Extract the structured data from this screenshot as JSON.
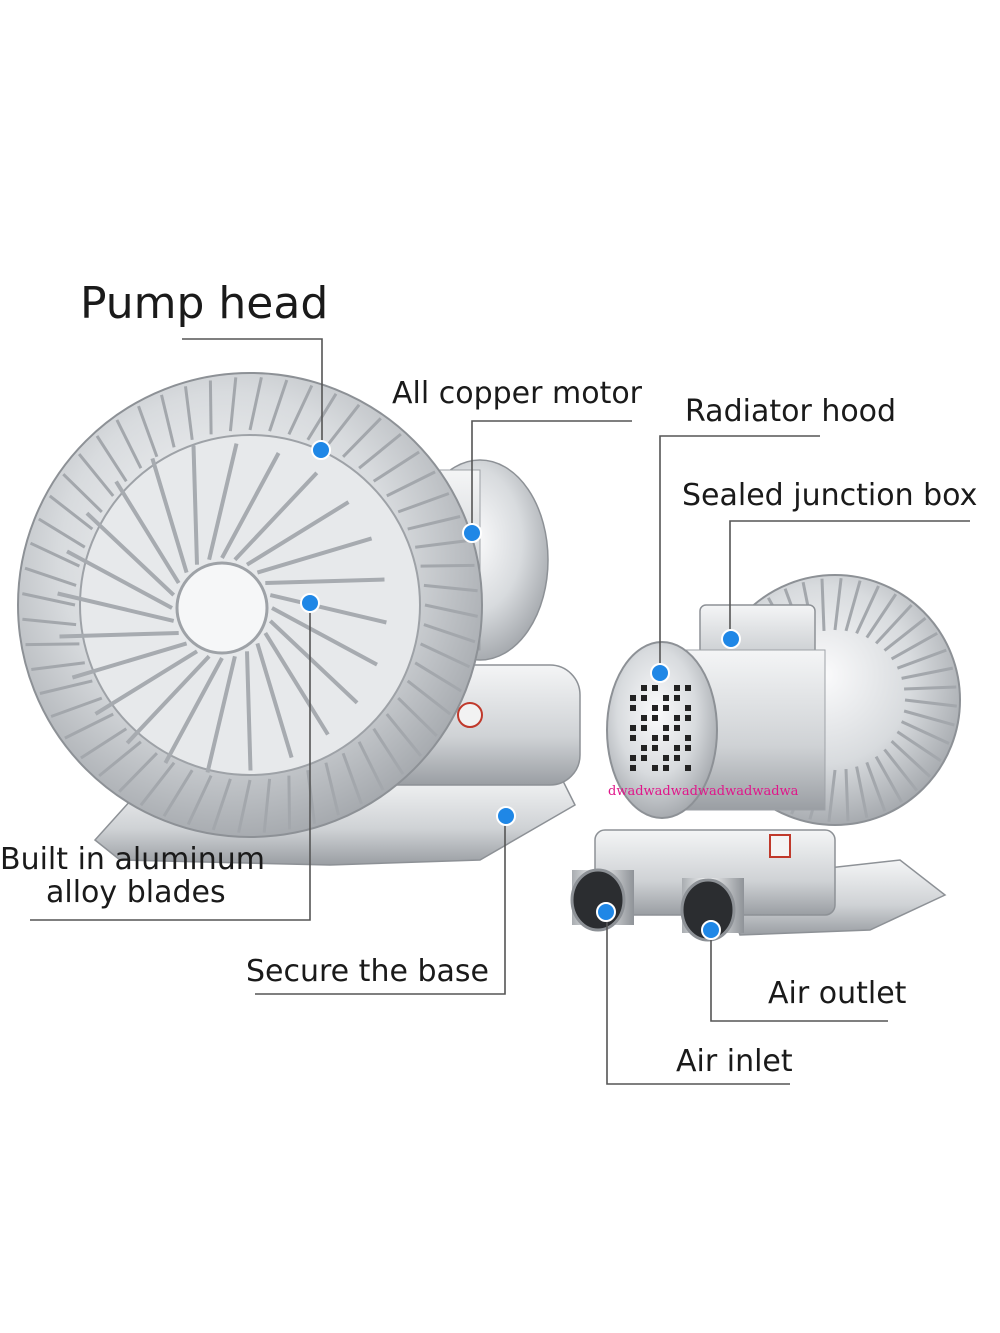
{
  "labels": {
    "pump_head": "Pump head",
    "all_copper_motor": "All copper motor",
    "radiator_hood": "Radiator hood",
    "sealed_junction_box": "Sealed junction box",
    "built_in_line1": "Built in aluminum",
    "built_in_line2": "alloy blades",
    "secure_base": "Secure the base",
    "air_outlet": "Air outlet",
    "air_inlet": "Air inlet"
  },
  "watermark": "dwadwadwadwadwadwadwa",
  "colors": {
    "marker": "#1f87e6",
    "leader": "#555555",
    "metal_light": "#eef0f2",
    "metal_mid": "#c9ccd0",
    "metal_dark": "#8d9196",
    "text": "#1a1a1a",
    "watermark": "#e0168a"
  }
}
